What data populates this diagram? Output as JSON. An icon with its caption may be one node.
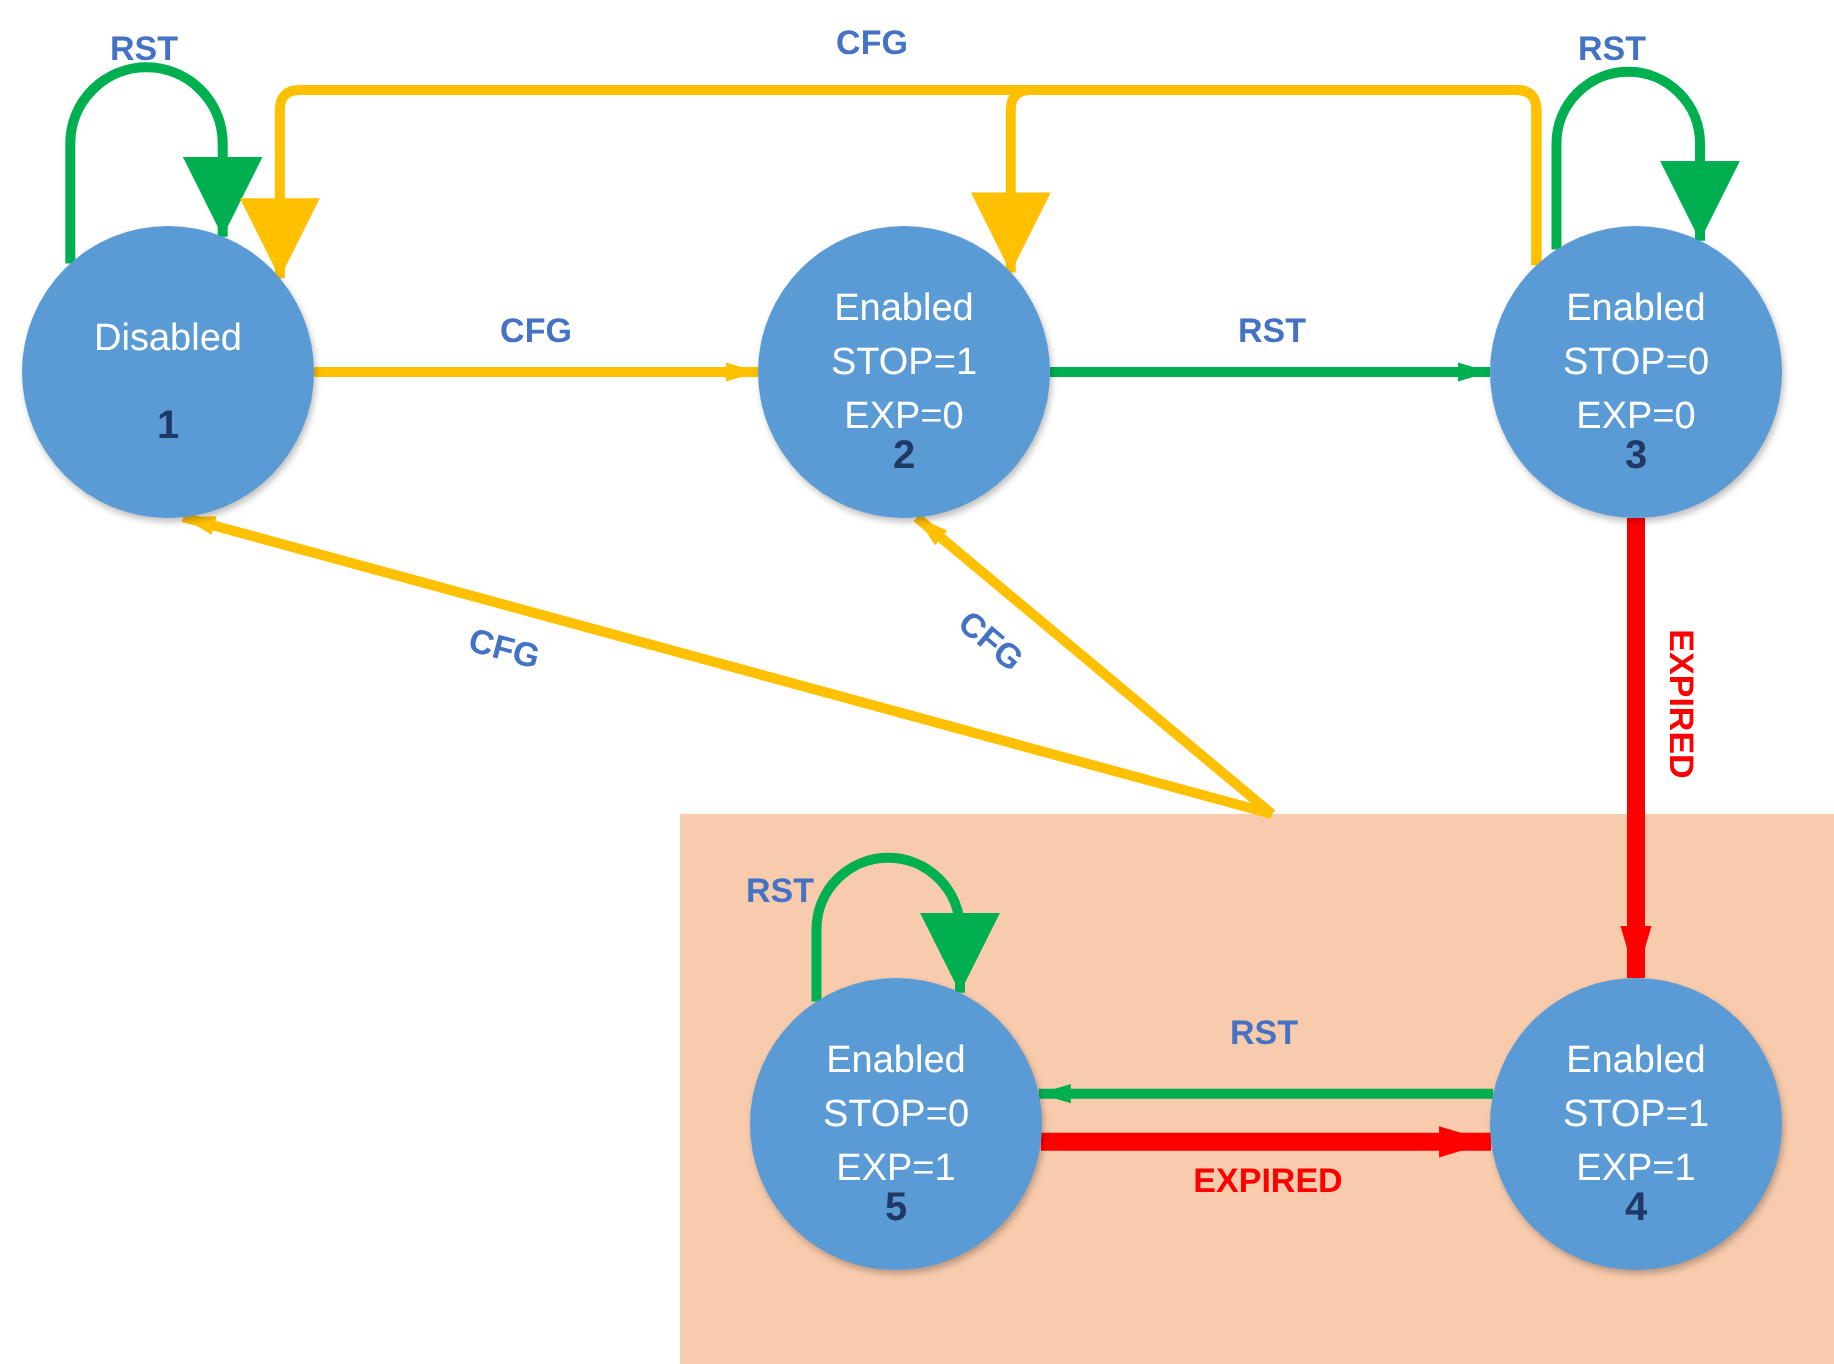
{
  "diagram": {
    "nodes": [
      {
        "text": [
          "Disabled",
          "1"
        ]
      },
      {
        "text": [
          "Enabled STOP=1 EXP=0",
          "2"
        ]
      },
      {
        "text": [
          "Enabled STOP=0 EXP=0",
          "3"
        ]
      },
      {
        "text": [],
        "shape": "box"
      },
      {
        "text": [
          "Enabled STOP=0 EXP=1",
          "5"
        ],
        "in": 3
      },
      {
        "text": [
          "Enabled STOP=1 EXP=1",
          "4"
        ],
        "in": 3
      }
    ],
    "edges": [
      {
        "from": 0,
        "to": 0,
        "arrow": "to",
        "label": "RST",
        "color": "#00b050"
      },
      {
        "from": 0,
        "to": 1,
        "arrow": "to",
        "label": "CFG",
        "color": "#ffc000"
      },
      {
        "from": 1,
        "to": 2,
        "arrow": "to",
        "label": "RST",
        "color": "#00b050"
      },
      {
        "from": 2,
        "to": 0,
        "arrow": "to",
        "label": "CFG",
        "color": "#ffc000"
      },
      {
        "from": 2,
        "to": 1,
        "arrow": "to",
        "color": "#ffc000"
      },
      {
        "from": 2,
        "to": 2,
        "arrow": "to",
        "label": "RST",
        "color": "#00b050"
      },
      {
        "from": 2,
        "to": 5,
        "arrow": "to",
        "label": "EXPIRED",
        "style": "thick",
        "color": "#ff0000"
      },
      {
        "from": 5,
        "to": 4,
        "arrow": "to",
        "label": "RST",
        "color": "#00b050"
      },
      {
        "from": 4,
        "to": 5,
        "arrow": "to",
        "label": "EXPIRED",
        "style": "thick",
        "color": "#ff0000"
      },
      {
        "from": 4,
        "to": 4,
        "arrow": "to",
        "label": "RST",
        "color": "#00b050"
      },
      {
        "from": 3,
        "to": 0,
        "arrow": "to",
        "label": "CFG",
        "color": "#ffc000"
      },
      {
        "from": 3,
        "to": 1,
        "arrow": "to",
        "label": "CFG",
        "color": "#ffc000"
      }
    ]
  }
}
